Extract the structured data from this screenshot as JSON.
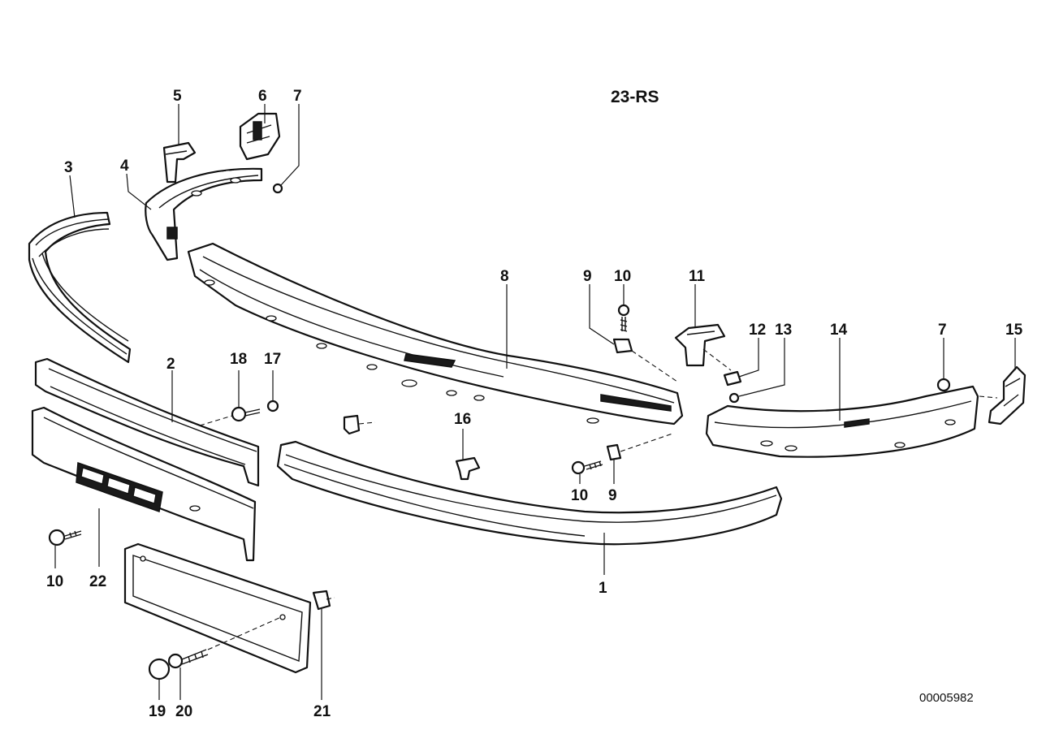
{
  "diagram": {
    "title": "23-RS",
    "document_number": "00005982",
    "callouts": {
      "c1": "1",
      "c2": "2",
      "c3": "3",
      "c4": "4",
      "c5": "5",
      "c6": "6",
      "c7a": "7",
      "c7b": "7",
      "c8": "8",
      "c9a": "9",
      "c9b": "9",
      "c10a": "10",
      "c10b": "10",
      "c10c": "10",
      "c11": "11",
      "c12": "12",
      "c13": "13",
      "c14": "14",
      "c15": "15",
      "c16": "16",
      "c17": "17",
      "c18": "18",
      "c19": "19",
      "c20": "20",
      "c21": "21",
      "c22": "22"
    }
  }
}
